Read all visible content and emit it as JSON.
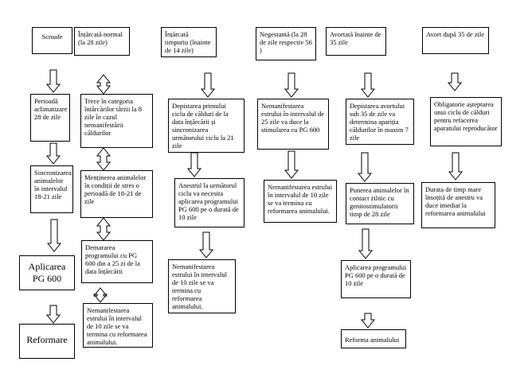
{
  "columns": [
    {
      "boxes": [
        "Scroafe",
        "Perioadă aclimatizare 28 de zile",
        "Sincronizarea animalelor în intervalul 18-21 zile",
        "Aplicarea PG 600",
        "Reformare"
      ]
    },
    {
      "boxes": [
        "Înțărcată normal (la 28 zile)",
        "Trece în categoria întârcărilor târzii la 8 zile în cazul nemanifestării căldurilor",
        "Menținerea animalelor în condiții de stres o perioadă de 18-21 de zile",
        "Demararea programului cu PG 600 din a 25 zi de la data înțărcării",
        "Nemanifestarea estrului în intervalul de 10 zile se va termina cu reformarea animalului."
      ]
    },
    {
      "boxes": [
        "Înțărcată timpuriu (înainte de 14 zile)",
        "Depistarea primului ciclu de călduri de la data înțărcării și sincronizarea următorului ciclu la 21 zile",
        "Anestrul la următorul ciclu va necesita aplicarea programului PG 600 pe o durată de 10 zile",
        "Nemanifestarea estrului în intervalul de 10 zile se va termina cu reformarea animalului."
      ]
    },
    {
      "boxes": [
        "Negestantă (la 28 de zile respectiv 56 )",
        "Nemanifestarea estrului în intervalul de 25 zile va duce la stimularea cu PG 600",
        "Nemanifestarea estrului în intervalul de 10 zile se va termina cu reformarea animalului."
      ]
    },
    {
      "boxes": [
        "Avortată înainte de 35 zile",
        "Depistarea avortului sub 35 de zile va determina apariția căldurilor în maxim 7 zile",
        "Punerea animalelor în contact zilnic cu genitostimulatorii timp de 28 zile",
        "Aplicarea programului PG 600 pe o durată de 10 zile",
        "Reforma animalului"
      ]
    },
    {
      "boxes": [
        "Avort după 35 de zile",
        "Obligatorie așteptarea unui ciclu de călduri pentru refacerea aparatului reproducător",
        "Durata de timp mare însoțită de anestru va duce imediat la reformarea animalului"
      ]
    }
  ]
}
